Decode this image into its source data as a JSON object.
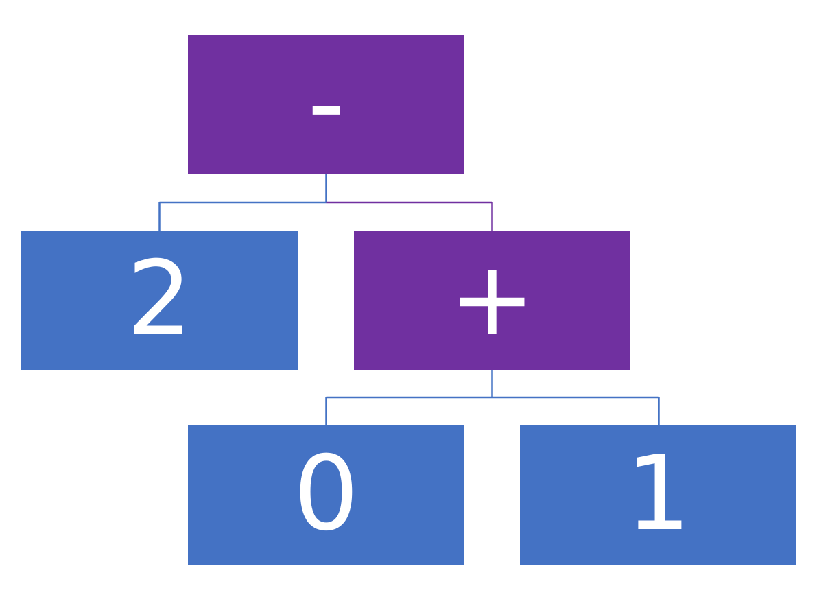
{
  "tree": {
    "root": {
      "label": "-",
      "kind": "operator",
      "color": "#7030A0"
    },
    "left_child": {
      "label": "2",
      "kind": "operand",
      "color": "#4472C4"
    },
    "right_child": {
      "label": "+",
      "kind": "operator",
      "color": "#7030A0"
    },
    "right_left_child": {
      "label": "0",
      "kind": "operand",
      "color": "#4472C4"
    },
    "right_right_child": {
      "label": "1",
      "kind": "operand",
      "color": "#4472C4"
    }
  },
  "colors": {
    "operator": "#7030A0",
    "operand": "#4472C4",
    "connector_blue": "#4472C4",
    "connector_purple": "#7030A0"
  }
}
